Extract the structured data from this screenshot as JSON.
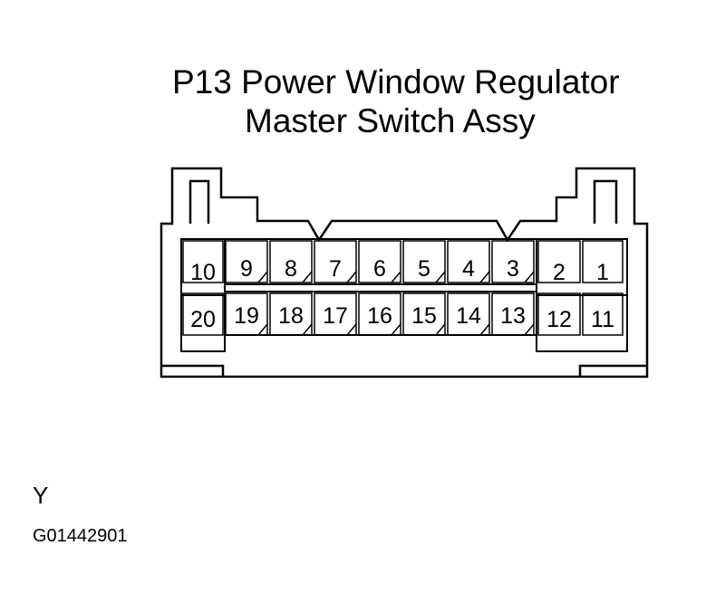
{
  "title": {
    "line1": "P13 Power Window Regulator",
    "line2": "Master Switch Assy"
  },
  "connector": {
    "top_row": [
      "10",
      "9",
      "8",
      "7",
      "6",
      "5",
      "4",
      "3",
      "2",
      "1"
    ],
    "bottom_row": [
      "20",
      "19",
      "18",
      "17",
      "16",
      "15",
      "14",
      "13",
      "12",
      "11"
    ]
  },
  "color_code": "Y",
  "figure_id": "G01442901"
}
